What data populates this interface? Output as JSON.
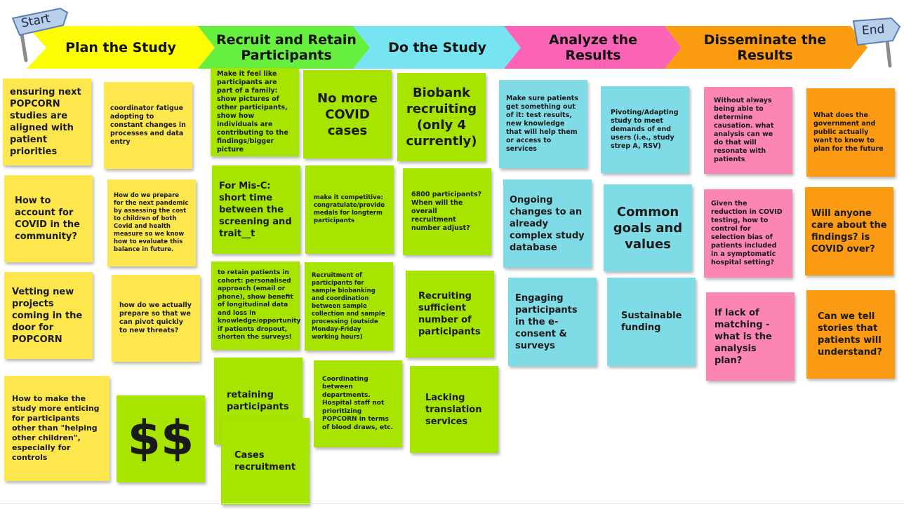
{
  "flags": {
    "start": "Start",
    "end": "End"
  },
  "phases": [
    {
      "label": "Plan the Study",
      "color": "#fdfd06"
    },
    {
      "label": "Recruit and Retain\nParticipants",
      "color": "#66ef3f"
    },
    {
      "label": "Do the Study",
      "color": "#76e4f1"
    },
    {
      "label": "Analyze the\nResults",
      "color": "#fb64b6"
    },
    {
      "label": "Disseminate the\nResults",
      "color": "#fb9c11"
    }
  ],
  "notes": {
    "plan": [
      "ensuring next POPCORN studies are aligned with patient priorities",
      "coordinator fatigue adopting to constant changes in processes and data entry",
      "How to account for COVID in the community?",
      "How do we prepare for the next pandemic by assessing the cost to children of both Covid and health measure so we know how to evaluate this balance in future.",
      "Vetting new projects coming in the door for POPCORN",
      "how do we actually prepare so that we can pivot quickly to new threats?",
      "How to make the study more enticing for participants other than \"helping other children\", especially for controls",
      "$$"
    ],
    "recruit": [
      "Make it feel like participants are part of a family: show pictures of other participants, show how individuals are contributing to the findings/bigger picture",
      "No more COVID cases",
      "For Mis-C: short time between the screening and trait__t",
      "make it competitive: congratulate/provide medals for longterm participants",
      "to retain patients in cohort: personalised approach (email or phone), show benefit of longitudinal data and loss in knowledge/opportunity if patients dropout, shorten the surveys!",
      "Recruitment of participants for sample biobanking and coordination between sample collection and sample processing (outside Monday-Friday working hours)",
      "retaining participants",
      "Coordinating between departments. Hospital staff not prioritizing POPCORN in terms of blood draws, etc.",
      "Cases recruitment"
    ],
    "do": [
      "Biobank recruiting (only 4 currently)",
      "6800 participants? When will the overall recruitment number adjust?",
      "Recruiting sufficient number of participants",
      "Lacking translation services"
    ],
    "analyze": [
      "Make sure patients get something out of it: test results, new knowledge that will help them or access to services",
      "Pivoting/Adapting study to meet demands of end users (i.e., study strep A, RSV)",
      "Ongoing changes to an already complex study database",
      "Common goals and values",
      "Engaging participants in the e-consent & surveys",
      "Sustainable funding",
      "Without always being able to determine causation. what analysis can we do that will resonate with patients",
      "Given the reduction in COVID testing, how to control for selection bias of patients included in a symptomatic hospital setting?",
      "If lack of matching - what is the analysis plan?"
    ],
    "disseminate": [
      "What does the government and public actually want to know to plan for the future",
      "Will anyone care about the findings? is COVID over?",
      "Can we tell stories that patients will understand?"
    ]
  }
}
